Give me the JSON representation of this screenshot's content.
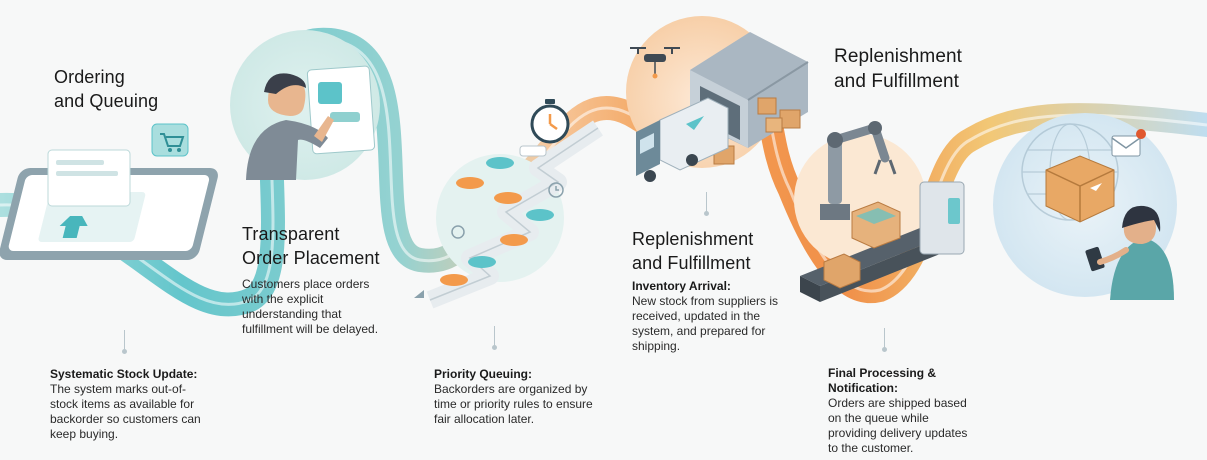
{
  "stages": [
    {
      "heading_line1": "Ordering",
      "heading_line2": "and Queuing",
      "desc_title": "Systematic Stock Update:",
      "desc_lines": [
        "The system marks out-of-",
        "stock items as available for",
        "backorder so customers can",
        "keep buying."
      ]
    },
    {
      "heading_line1": "Transparent",
      "heading_line2": "Order Placement",
      "desc_lines": [
        "Customers place orders",
        "with the explicit",
        "understanding that",
        "fulfillment will be delayed."
      ]
    },
    {
      "desc_title": "Priority Queuing:",
      "desc_lines": [
        "Backorders are organized by",
        "time or priority rules to ensure",
        "fair allocation later."
      ]
    },
    {
      "heading_line1": "Replenishment",
      "heading_line2": "and Fulfillment",
      "desc_title": "Inventory Arrival:",
      "desc_lines": [
        "New stock from suppliers is",
        "received, updated in the",
        "system, and prepared for",
        "shipping."
      ]
    },
    {
      "heading_line1": "Replenishment",
      "heading_line2": "and Fulfillment",
      "desc_title_line1": "Final Processing &",
      "desc_title_line2": "Notification:",
      "desc_lines": [
        "Orders are shipped based",
        "on the queue while",
        "providing delivery updates",
        "to the customer."
      ]
    }
  ],
  "colors": {
    "teal": "#5cc3c9",
    "teal_light": "#a9dede",
    "orange": "#f39a4b",
    "orange_light": "#f8c28d",
    "blue_light": "#bcdcef",
    "pin": "#b9c6cc"
  },
  "icons": [
    "tablet-icon",
    "shopping-cart-icon",
    "person-touchscreen-icon",
    "stopwatch-icon",
    "queue-path-icon",
    "drone-icon",
    "warehouse-icon",
    "delivery-truck-icon",
    "robot-arm-icon",
    "conveyor-belt-icon",
    "globe-icon",
    "mail-icon",
    "package-icon",
    "customer-phone-icon"
  ]
}
